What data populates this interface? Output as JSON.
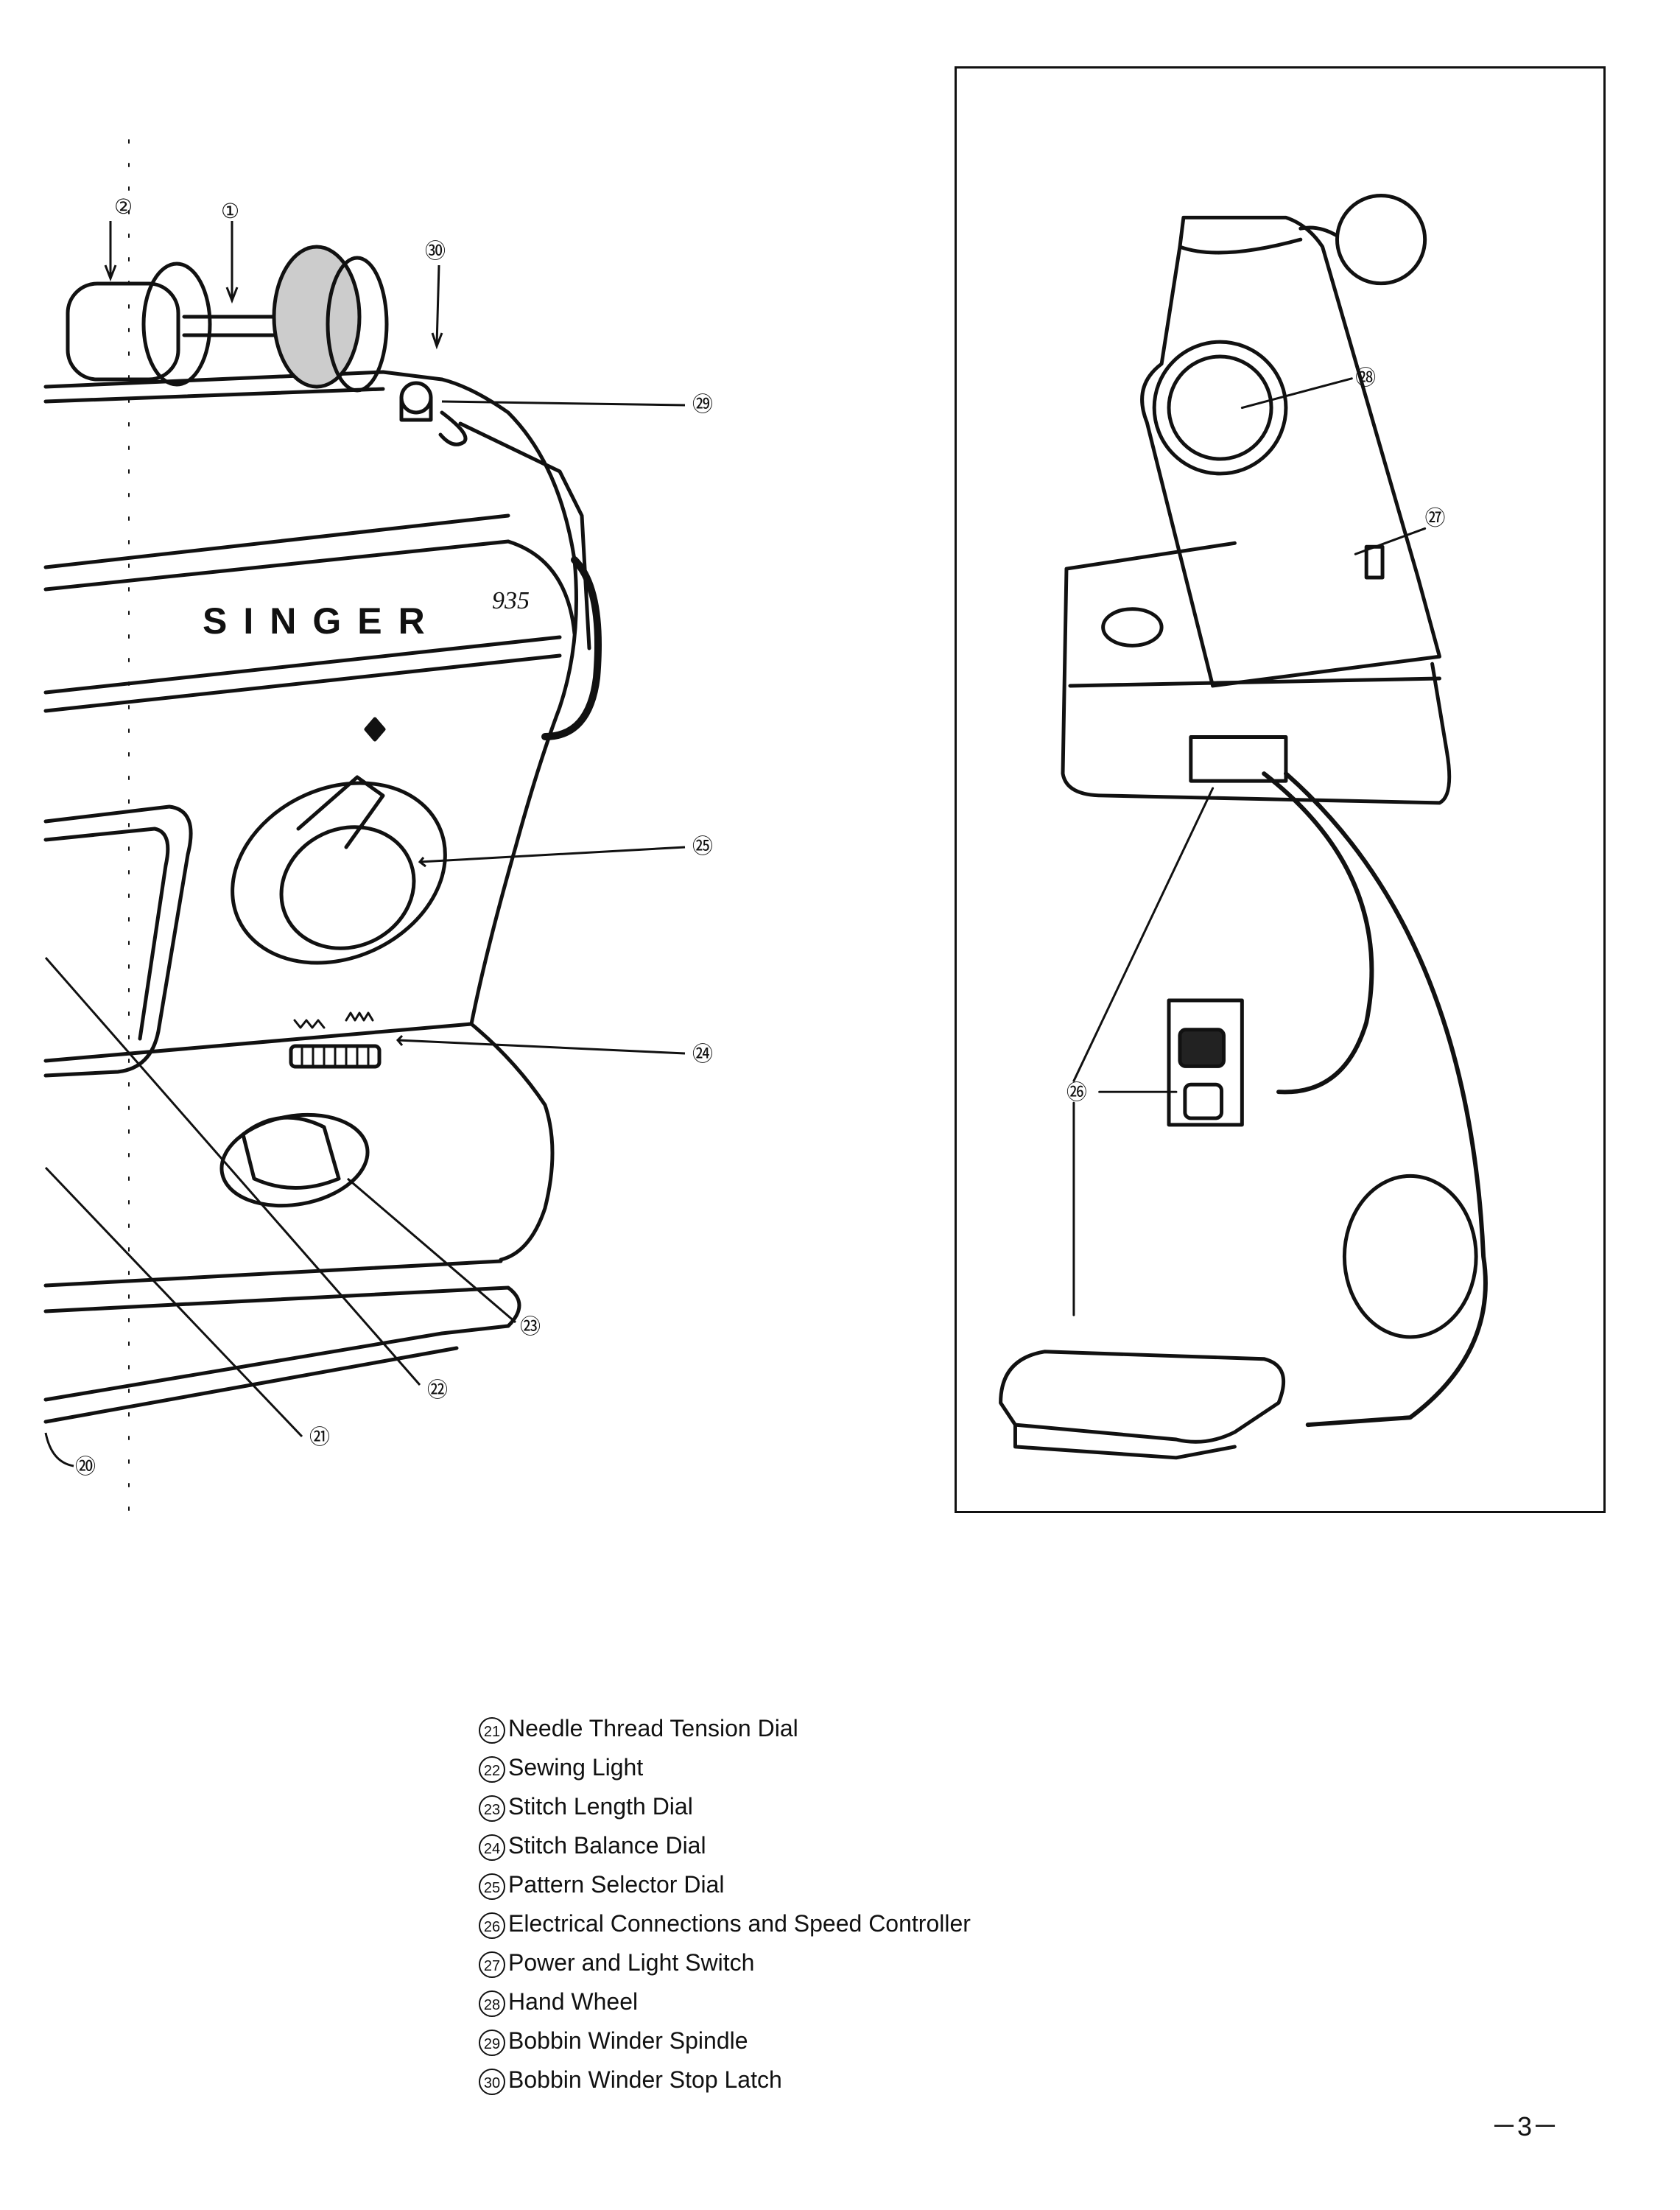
{
  "figure_left": {
    "brand": "SINGER",
    "model": "935",
    "callouts": {
      "c1": "①",
      "c2": "②",
      "c20": "⑳",
      "c21": "㉑",
      "c22": "㉒",
      "c23": "㉓",
      "c24": "㉔",
      "c25": "㉕",
      "c29": "㉙",
      "c30": "㉚"
    }
  },
  "figure_right": {
    "callouts": {
      "c26": "㉖",
      "c27": "㉗",
      "c28": "㉘"
    }
  },
  "legend": [
    {
      "num": "21",
      "label": "Needle Thread Tension Dial"
    },
    {
      "num": "22",
      "label": "Sewing Light"
    },
    {
      "num": "23",
      "label": "Stitch Length Dial"
    },
    {
      "num": "24",
      "label": "Stitch Balance Dial"
    },
    {
      "num": "25",
      "label": "Pattern Selector Dial"
    },
    {
      "num": "26",
      "label": "Electrical Connections and Speed Controller"
    },
    {
      "num": "27",
      "label": "Power and Light Switch"
    },
    {
      "num": "28",
      "label": "Hand Wheel"
    },
    {
      "num": "29",
      "label": "Bobbin Winder Spindle"
    },
    {
      "num": "30",
      "label": "Bobbin Winder Stop Latch"
    }
  ],
  "page_number": "－3－"
}
